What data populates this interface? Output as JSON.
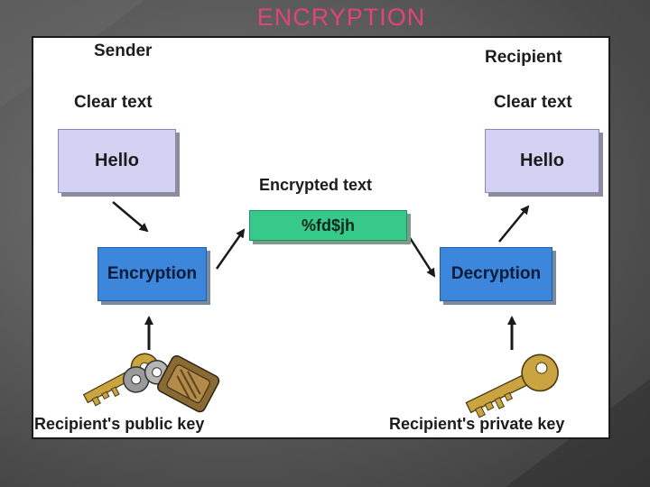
{
  "title": "ENCRYPTION",
  "diagram": {
    "sender_label": "Sender",
    "recipient_label": "Recipient",
    "left_clear_label": "Clear text",
    "right_clear_label": "Clear text",
    "left_clear_box": "Hello",
    "right_clear_box": "Hello",
    "encrypted_label": "Encrypted text",
    "encrypted_box": "%fd$jh",
    "encryption_box": "Encryption",
    "decryption_box": "Decryption",
    "public_key_label": "Recipient's public key",
    "private_key_label": "Recipient's private key"
  },
  "colors": {
    "title": "#e0457a",
    "clear_box": "#d4d2f2",
    "process_box": "#3c86dc",
    "encrypted_box": "#37c98a",
    "key_gold": "#c9a441"
  }
}
